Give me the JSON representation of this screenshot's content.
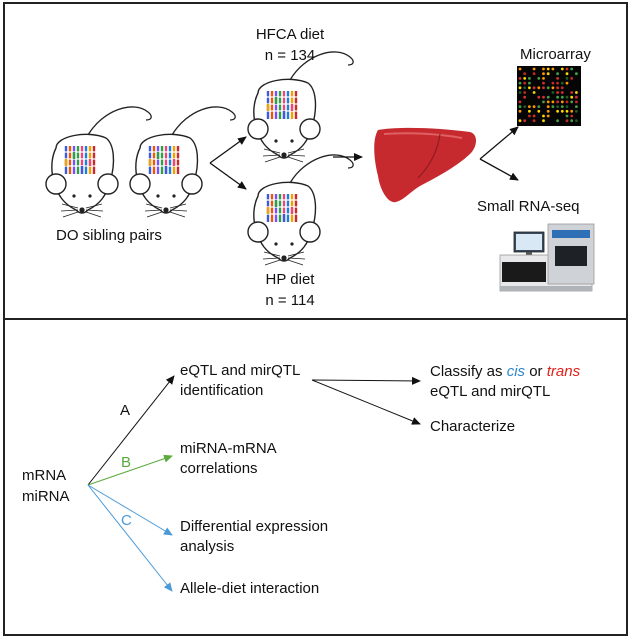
{
  "top": {
    "group_label": "DO sibling pairs",
    "hfca": {
      "name": "HFCA diet",
      "n": "n = 134"
    },
    "hp": {
      "name": "HP diet",
      "n": "n = 114"
    },
    "microarray": "Microarray",
    "rnaseq": "Small RNA-seq"
  },
  "bottom": {
    "source_line1": "mRNA",
    "source_line2": "miRNA",
    "branch_a": "A",
    "branch_b": "B",
    "branch_c": "C",
    "eqtl_line1": "eQTL and mirQTL",
    "eqtl_line2": "identification",
    "corr_line1": "miRNA-mRNA",
    "corr_line2": "correlations",
    "de_line1": "Differential expression",
    "de_line2": "analysis",
    "allele": "Allele-diet interaction",
    "classify_prefix": "Classify as ",
    "classify_cis": "cis",
    "classify_or": " or ",
    "classify_trans": "trans",
    "classify_line2": "eQTL and mirQTL",
    "characterize": "Characterize"
  },
  "colors": {
    "arrow_black": "#111111",
    "branch_b": "#5aaa3c",
    "branch_c": "#4a9ad8",
    "cis": "#2e86c9",
    "trans": "#e0201a",
    "liver": "#c62a2e"
  }
}
